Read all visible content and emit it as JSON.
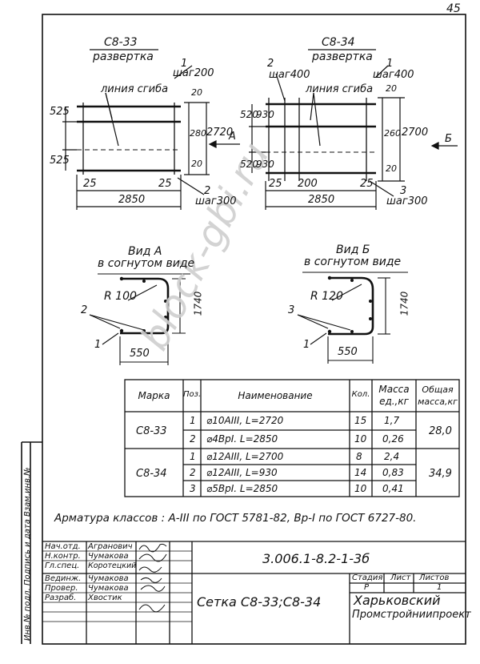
{
  "page_number": "45",
  "side_label": "Инв.№ подл.   Подпись и дата   Взам.инв.№",
  "drawings": {
    "left": {
      "title": "С8-33",
      "subtitle": "развертка",
      "callout1": "1",
      "callout1_step": "шаг200",
      "bend_line": "линия сгиба",
      "dim_525_top": "525",
      "dim_525_bot": "525",
      "dim_20_top": "20",
      "dim_280": "280",
      "dim_20_bot": "20",
      "dim_2720": "2720",
      "dim_25_left": "25",
      "dim_25_right": "25",
      "dim_2850": "2850",
      "callout2": "2",
      "callout2_step": "шаг300",
      "arrow_a": "А"
    },
    "right": {
      "title": "С8-34",
      "subtitle": "развертка",
      "callout2": "2",
      "callout2_step": "шаг400",
      "callout1": "1",
      "callout1_step": "шаг400",
      "bend_line": "линия сгиба",
      "dim_520_top": "520",
      "dim_930_top": "930",
      "dim_520_bot": "520",
      "dim_930_bot": "930",
      "dim_20_top": "20",
      "dim_260": "260",
      "dim_20_bot": "20",
      "dim_2700": "2700",
      "dim_25_left": "25",
      "dim_200": "200",
      "dim_25_right": "25",
      "dim_2850": "2850",
      "callout3": "3",
      "callout3_step": "шаг300",
      "arrow_b": "Б"
    },
    "view_a": {
      "title": "Вид А",
      "subtitle": "в согнутом виде",
      "radius": "R 100",
      "dim_1740": "1740",
      "dim_550": "550",
      "callout2": "2",
      "callout1": "1"
    },
    "view_b": {
      "title": "Вид Б",
      "subtitle": "в согнутом виде",
      "radius": "R 120",
      "dim_1740": "1740",
      "dim_550": "550",
      "callout3": "3",
      "callout1": "1"
    }
  },
  "table": {
    "headers": {
      "mark": "Марка",
      "pos": "Поз.",
      "name": "Наименование",
      "qty": "Кол.",
      "mass_unit": "Масса ед.,кг",
      "mass_total": "Общая масса,кг"
    },
    "groups": [
      {
        "mark": "С8-33",
        "total": "28,0",
        "rows": [
          {
            "pos": "1",
            "name": "⌀10АIII,  L=2720",
            "qty": "15",
            "mass": "1,7"
          },
          {
            "pos": "2",
            "name": "⌀4ВрI.  L=2850",
            "qty": "10",
            "mass": "0,26"
          }
        ]
      },
      {
        "mark": "С8-34",
        "total": "34,9",
        "rows": [
          {
            "pos": "1",
            "name": "⌀12АIII,  L=2700",
            "qty": "8",
            "mass": "2,4"
          },
          {
            "pos": "2",
            "name": "⌀12АIII,  L=930",
            "qty": "14",
            "mass": "0,83"
          },
          {
            "pos": "3",
            "name": "⌀5ВрI.  L=2850",
            "qty": "10",
            "mass": "0,41"
          }
        ]
      }
    ]
  },
  "note": "Арматура классов : А-III по ГОСТ 5781-82, Вр-I по ГОСТ 6727-80.",
  "title_block": {
    "signatures": [
      {
        "role": "Нач.отд.",
        "name": "Агранович"
      },
      {
        "role": "Н.контр.",
        "name": "Чумакова"
      },
      {
        "role": "Гл.спец.",
        "name": "Коротецкий"
      },
      {
        "role": "Вединж.",
        "name": "Чумакова"
      },
      {
        "role": "Провер.",
        "name": "Чумакова"
      },
      {
        "role": "Разраб.",
        "name": "Хвостик"
      }
    ],
    "code": "3.006.1-8.2-1-3б",
    "stage_label": "Стадия",
    "sheet_label": "Лист",
    "sheets_label": "Листов",
    "stage": "Р",
    "sheets": "1",
    "doc_title": "Сетка  С8-33;С8-34",
    "org_line1": "Харьковский",
    "org_line2": "Промстройниипроект"
  },
  "watermark": "block-gbi.ru"
}
